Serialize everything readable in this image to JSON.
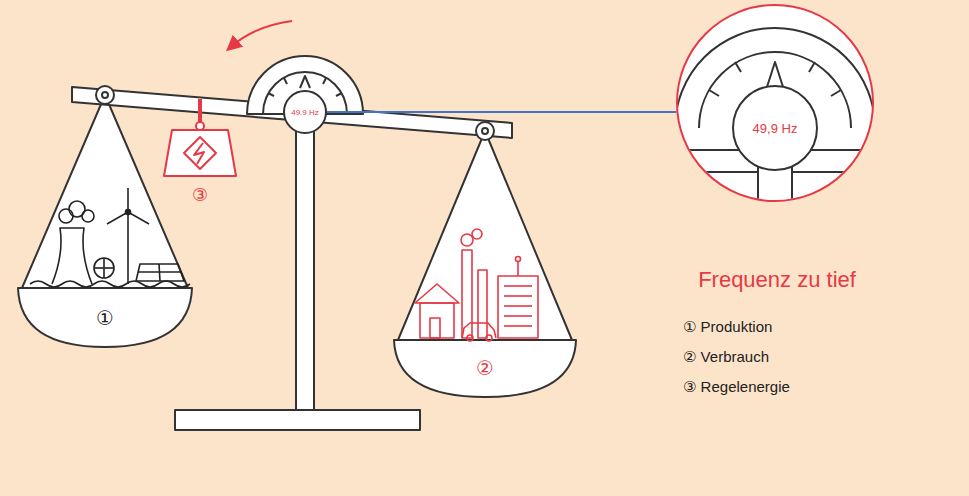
{
  "diagram": {
    "nodes": [
      {
        "text": [
          "49.9 Hz"
        ]
      },
      {
        "text": [
          "49,9 Hz",
          "Frequenz zu tief"
        ]
      }
    ],
    "edges": [
      {
        "from": 0,
        "to": 1,
        "arrow": "none"
      }
    ],
    "labels": [
      "①",
      "②",
      "③",
      "① Produktion",
      "② Verbrauch",
      "③ Regelenergie"
    ]
  }
}
